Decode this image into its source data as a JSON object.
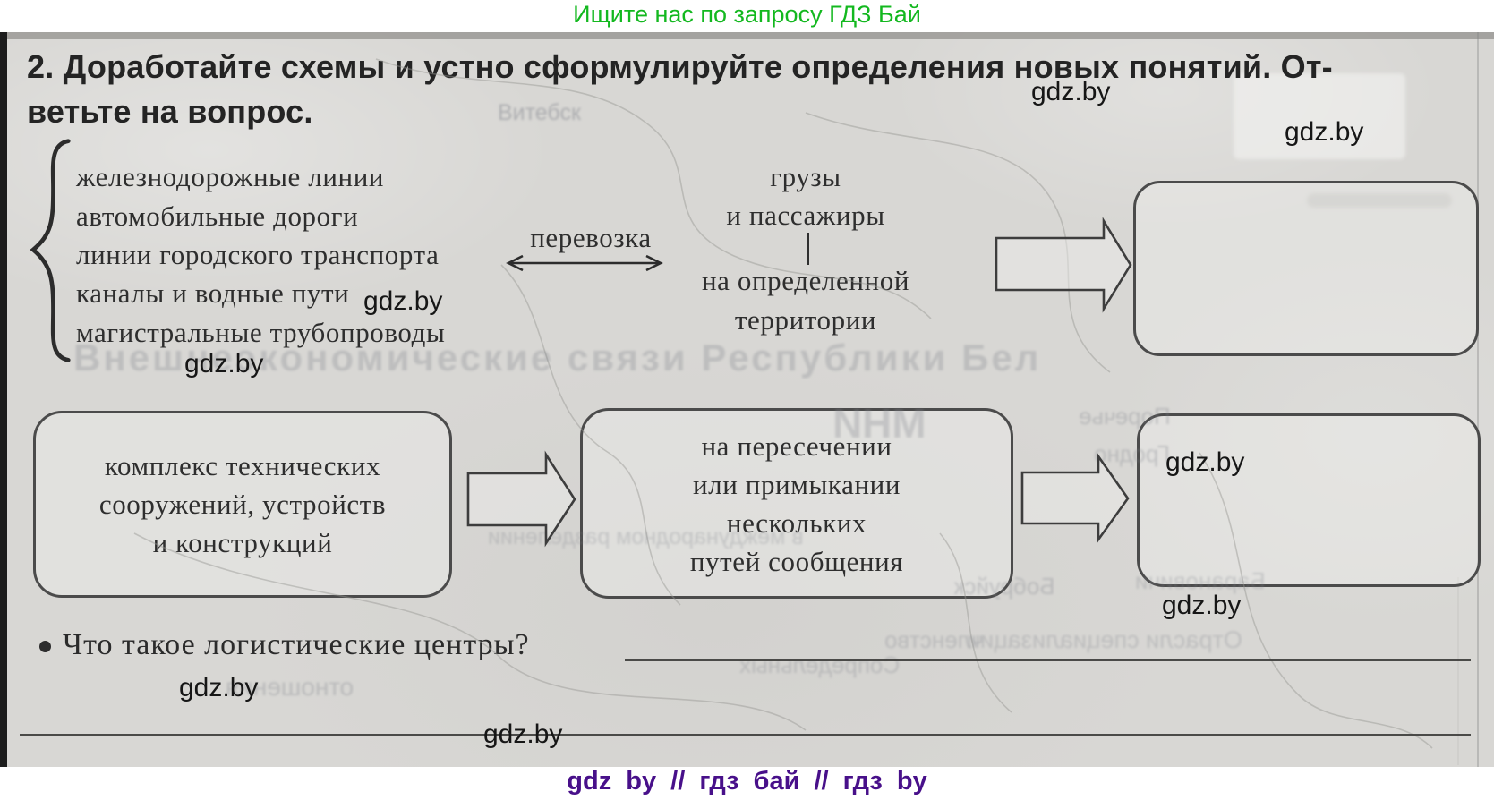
{
  "colors": {
    "promo_green": "#13b81f",
    "promo_purple": "#48108a",
    "paper": "#d8d7d4",
    "ink": "#2e2e2e"
  },
  "promo": {
    "top_text": "Ищите нас по запросу ГДЗ Бай",
    "bottom_text": "gdz by  //  гдз бай  //  гдз by"
  },
  "watermark": {
    "label": "gdz.by"
  },
  "task": {
    "line1": "2. Доработайте схемы и устно сформулируйте определения новых понятий. От-",
    "line2": "ветьте на вопрос."
  },
  "scheme1": {
    "sources": [
      "железнодорожные линии",
      "автомобильные дороги",
      "линии городского транспорта",
      "каналы и водные пути",
      "магистральные трубопроводы"
    ],
    "relation_label": "перевозка",
    "object_top": [
      "грузы",
      "и пассажиры"
    ],
    "object_bottom": [
      "на определенной",
      "территории"
    ],
    "result_box_text": ""
  },
  "scheme2": {
    "definition_lines": [
      "комплекс технических",
      "сооружений, устройств",
      "и конструкций"
    ],
    "location_lines": [
      "на пересечении",
      "или примыкании",
      "нескольких",
      "путей сообщения"
    ],
    "result_box_text": ""
  },
  "question": {
    "bullet": "•",
    "text": "Что такое логистические центры?"
  },
  "ghosts": [
    {
      "text": "Витебск"
    },
    {
      "text": "Внешнеэкономические связи Республики Бел"
    },
    {
      "text": "МНИ"
    },
    {
      "text": "Поречье"
    },
    {
      "text": "Гродно"
    },
    {
      "text": "в международном разделении"
    },
    {
      "text": "Бобруйск"
    },
    {
      "text": "Барановичи"
    },
    {
      "text": "членство"
    },
    {
      "text": "Сопредельных"
    },
    {
      "text": "Отрасли специализации"
    },
    {
      "text": "отношения"
    }
  ]
}
